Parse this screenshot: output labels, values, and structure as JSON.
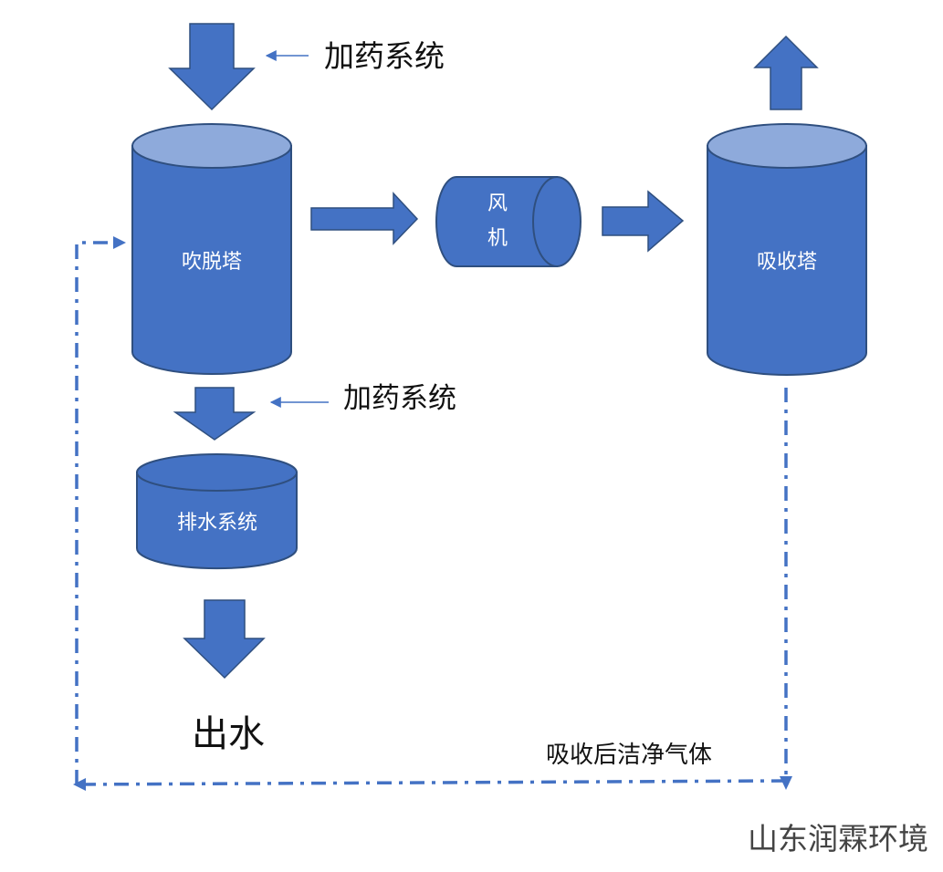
{
  "labels": {
    "dosing_top": "加药系统",
    "dosing_bottom": "加药系统",
    "stripping_tower": "吹脱塔",
    "fan_line1": "风",
    "fan_line2": "机",
    "absorption_tower": "吸收塔",
    "drainage_system": "排水系统",
    "water_out": "出水",
    "clean_gas": "吸收后洁净气体"
  },
  "watermark": "山东润霖环境",
  "colors": {
    "shape_fill": "#4472c4",
    "shape_stroke": "#2f4f7f",
    "cylinder_top": "#8eaadb",
    "arrow_fill": "#4472c4",
    "line": "#4472c4"
  }
}
